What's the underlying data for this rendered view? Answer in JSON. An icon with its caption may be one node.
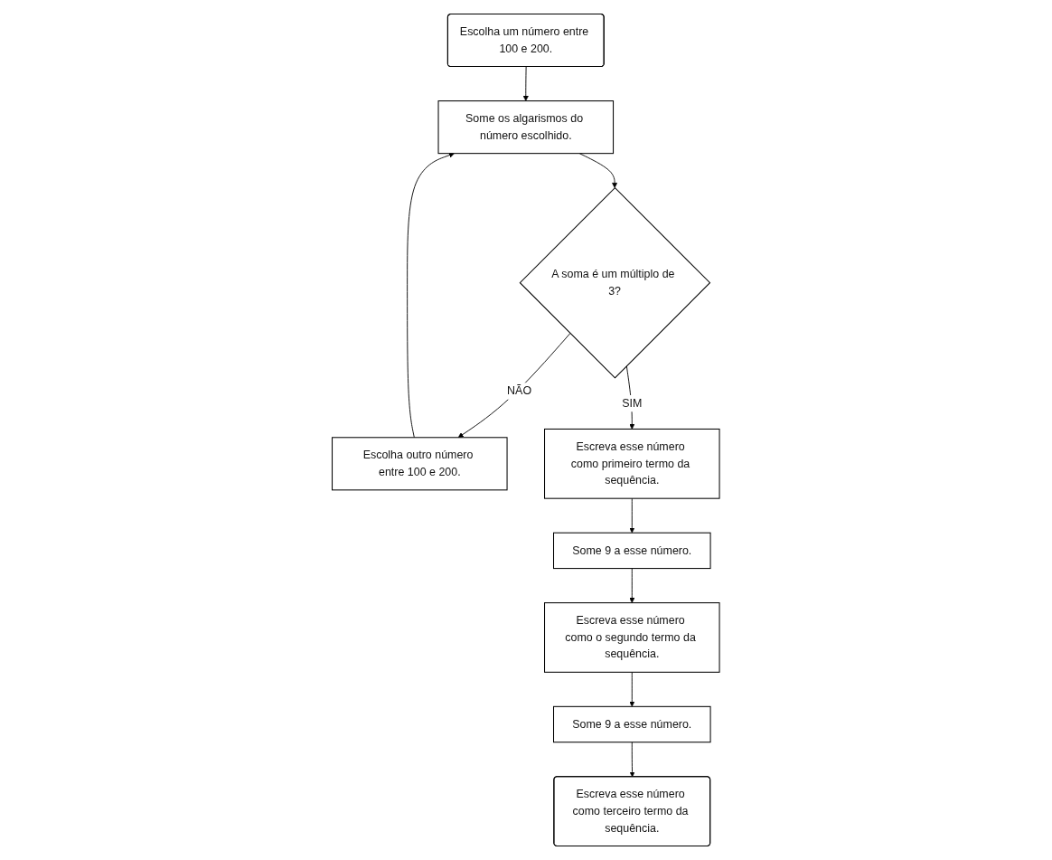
{
  "diagram": {
    "nodes": [
      {
        "text": [
          "Escolha um número entre 100 e 200."
        ]
      },
      {
        "text": [
          "Some os algarismos do número escolhido."
        ]
      },
      {
        "text": [
          "Escolha outro número entre 100 e 200."
        ]
      },
      {
        "text": [
          "A soma é um múltiplo de 3?"
        ]
      },
      {
        "text": [
          "Escreva esse número como primeiro termo da sequência."
        ]
      },
      {
        "text": [
          "Some 9 a esse número."
        ]
      },
      {
        "text": [
          "Escreva esse número como o segundo termo da sequência."
        ]
      },
      {
        "text": [
          "Some 9 a esse número."
        ]
      },
      {
        "text": [
          "Escreva esse número como terceiro termo da sequência."
        ]
      }
    ],
    "edges": [
      {
        "from": 0,
        "to": 1,
        "arrow": "to"
      },
      {
        "from": 1,
        "to": 3,
        "arrow": "to"
      },
      {
        "from": 3,
        "to": 2,
        "arrow": "to",
        "label": "NÃO"
      },
      {
        "from": 2,
        "to": 1,
        "arrow": "to"
      },
      {
        "from": 3,
        "to": 4,
        "arrow": "to",
        "label": "SIM"
      },
      {
        "from": 4,
        "to": 5,
        "arrow": "to"
      },
      {
        "from": 5,
        "to": 6,
        "arrow": "to"
      },
      {
        "from": 6,
        "to": 7,
        "arrow": "to"
      },
      {
        "from": 7,
        "to": 8,
        "arrow": "to"
      }
    ]
  }
}
